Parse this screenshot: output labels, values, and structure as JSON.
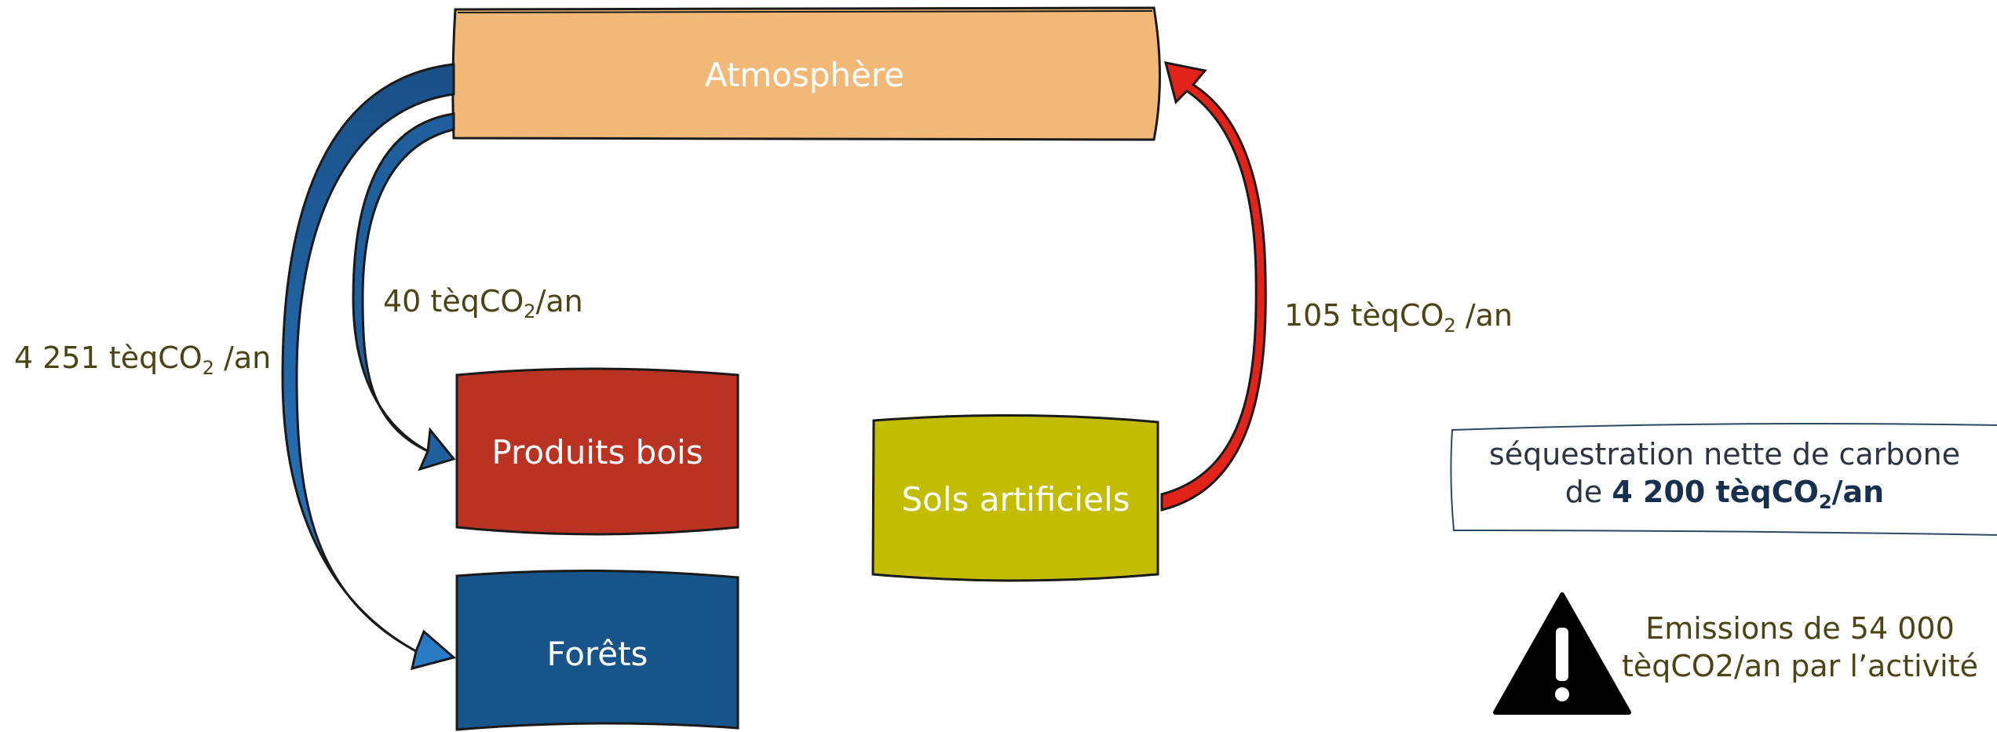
{
  "boxes": {
    "atmosphere": {
      "label": "Atmosphère",
      "color": "#f2b877"
    },
    "produits_bois": {
      "label": "Produits bois",
      "color": "#b93222"
    },
    "sols_artificiels": {
      "label": "Sols artificiels",
      "color": "#c2bd00"
    },
    "forets": {
      "label": "Forêts",
      "color": "#17548a"
    }
  },
  "flows": {
    "to_forets": {
      "value": "4 251 tèqCO",
      "sub": "2",
      "unit": " /an",
      "color": "#1f5f9e"
    },
    "to_produits_bois": {
      "value": "40 tèqCO",
      "sub": "2",
      "unit": "/an",
      "color": "#1f5f9e"
    },
    "from_sols": {
      "value": "105 tèqCO",
      "sub": "2",
      "unit": " /an",
      "color": "#e2231a"
    }
  },
  "note": {
    "line1": "séquestration nette de carbone",
    "line2_prefix": "de ",
    "line2_bold": "4 200 tèqCO",
    "line2_sub": "2",
    "line2_bold_suffix": "/an"
  },
  "warning": {
    "icon": "warning-triangle-icon",
    "line1": "Emissions de 54 000",
    "line2": "tèqCO2/an par l’activité"
  }
}
